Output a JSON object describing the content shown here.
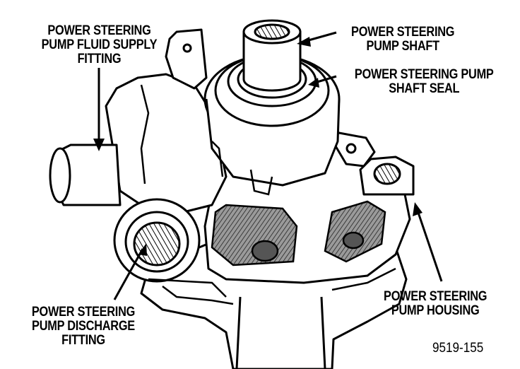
{
  "callouts": {
    "fluid_supply_fitting": [
      "POWER STEERING",
      "PUMP FLUID SUPPLY",
      "FITTING"
    ],
    "pump_shaft": [
      "POWER STEERING",
      "PUMP SHAFT"
    ],
    "shaft_seal": [
      "POWER STEERING PUMP",
      "SHAFT SEAL"
    ],
    "pump_housing": [
      "POWER STEERING",
      "PUMP HOUSING"
    ],
    "discharge_fitting": [
      "POWER STEERING",
      "PUMP DISCHARGE",
      "FITTING"
    ]
  },
  "figure_number": "9519-155"
}
